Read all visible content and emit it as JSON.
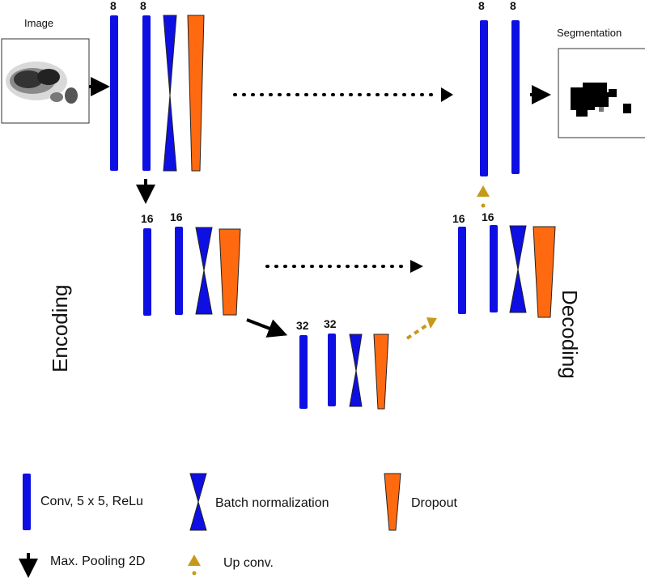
{
  "labels": {
    "image": "Image",
    "segmentation": "Segmentation",
    "encoding": "Encoding",
    "decoding": "Decoding"
  },
  "filters": {
    "top_left_a": "8",
    "top_left_b": "8",
    "top_right_a": "8",
    "top_right_b": "8",
    "mid_left_a": "16",
    "mid_left_b": "16",
    "mid_right_a": "16",
    "mid_right_b": "16",
    "bottom_a": "32",
    "bottom_b": "32"
  },
  "legend": {
    "conv": "Conv, 5 x 5, ReLu",
    "batchnorm": "Batch normalization",
    "dropout": "Dropout",
    "maxpool": "Max. Pooling 2D",
    "upconv": "Up conv."
  },
  "colors": {
    "conv": "#0d0fe3",
    "dropout": "#ff6a10",
    "arrow": "#000000",
    "upconv": "#c59a1a"
  }
}
